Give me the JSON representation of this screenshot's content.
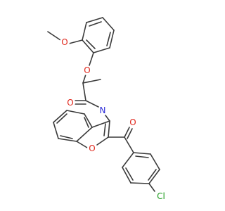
{
  "atoms": {
    "methoxy_oxygen": {
      "text": "O",
      "color": "#e0261b"
    },
    "ether_oxygen": {
      "text": "O",
      "color": "#e0261b"
    },
    "amide_oxygen": {
      "text": "O",
      "color": "#e0261b"
    },
    "amide_nitrogen": {
      "text": "N",
      "color": "#2a2ad8"
    },
    "ketone_oxygen": {
      "text": "O",
      "color": "#e0261b"
    },
    "furan_oxygen": {
      "text": "O",
      "color": "#e0261b"
    },
    "chlorine": {
      "text": "Cl",
      "color": "#1a9a1a"
    }
  }
}
